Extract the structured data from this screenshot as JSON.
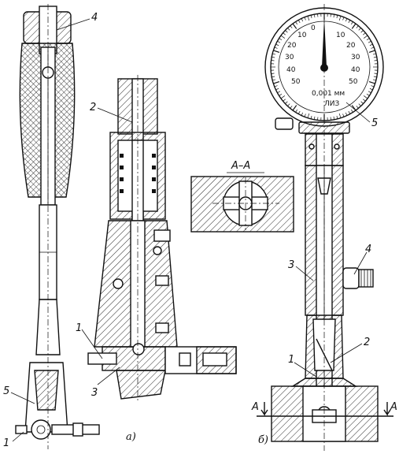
{
  "figure": {
    "part_labels": {
      "a_top_4": "4",
      "a_2": "2",
      "a_1": "1",
      "a_3": "3",
      "a_5": "5",
      "a_bottom_1": "1",
      "b_5": "5",
      "b_3": "3",
      "b_4": "4",
      "b_2": "2",
      "b_1": "1"
    },
    "section_title": "A–A",
    "section_marks": {
      "left": "A",
      "right": "A"
    },
    "captions": {
      "a": "а)",
      "b": "б)"
    },
    "dial": {
      "scale_left": [
        "0",
        "10",
        "20",
        "30",
        "40",
        "50"
      ],
      "scale_right": [
        "10",
        "20",
        "30",
        "40",
        "50"
      ],
      "unit": "0,001 мм",
      "brand": "ЛИЗ"
    }
  }
}
